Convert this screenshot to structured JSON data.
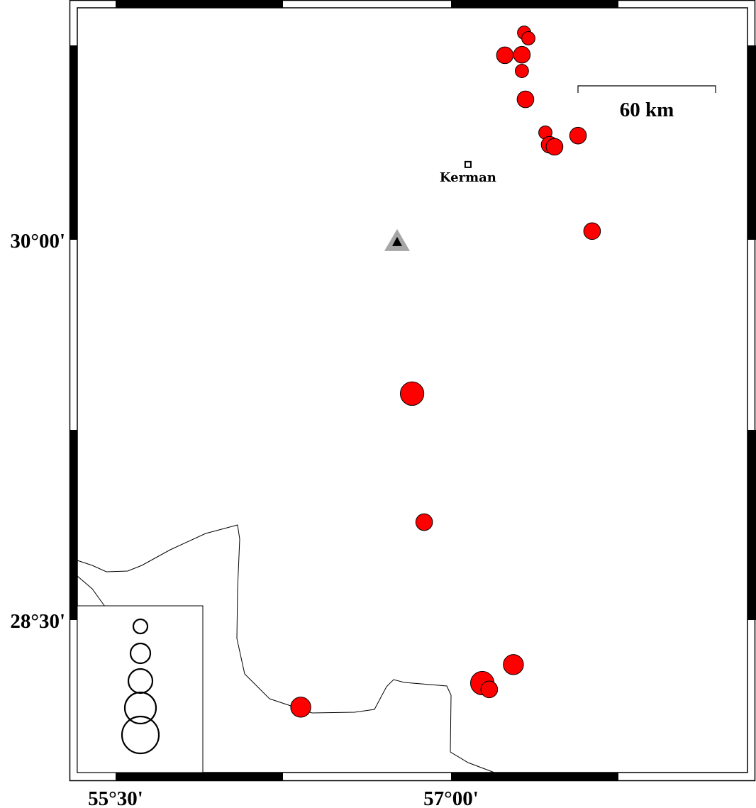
{
  "map": {
    "lon_ticks": [
      {
        "value": 55.5,
        "label": "55°30'"
      },
      {
        "value": 57.0,
        "label": "57°00'"
      }
    ],
    "lat_ticks": [
      {
        "value": 30.0,
        "label": "30°00'"
      },
      {
        "value": 28.5,
        "label": "28°30'"
      }
    ],
    "city": {
      "name": "Kerman",
      "lon": 57.076,
      "lat": 30.297
    },
    "station": {
      "lon": 56.759,
      "lat": 29.992
    },
    "scale_bar": {
      "label": "60 km",
      "length_km": 60
    },
    "colors": {
      "event_fill": "#ff0000",
      "station_outer": "#a6a6a6",
      "station_inner": "#000000"
    },
    "events": [
      {
        "lon": 57.327,
        "lat": 30.817,
        "size": 1
      },
      {
        "lon": 57.346,
        "lat": 30.795,
        "size": 1
      },
      {
        "lon": 57.241,
        "lat": 30.728,
        "size": 2
      },
      {
        "lon": 57.317,
        "lat": 30.73,
        "size": 2
      },
      {
        "lon": 57.317,
        "lat": 30.666,
        "size": 1
      },
      {
        "lon": 57.333,
        "lat": 30.554,
        "size": 2
      },
      {
        "lon": 57.422,
        "lat": 30.423,
        "size": 1
      },
      {
        "lon": 57.568,
        "lat": 30.411,
        "size": 2
      },
      {
        "lon": 57.441,
        "lat": 30.375,
        "size": 2
      },
      {
        "lon": 57.463,
        "lat": 30.367,
        "size": 2
      },
      {
        "lon": 57.631,
        "lat": 30.034,
        "size": 2
      },
      {
        "lon": 56.826,
        "lat": 29.393,
        "size": 4
      },
      {
        "lon": 56.88,
        "lat": 28.886,
        "size": 2
      },
      {
        "lon": 56.328,
        "lat": 28.156,
        "size": 3
      },
      {
        "lon": 57.279,
        "lat": 28.324,
        "size": 3
      },
      {
        "lon": 57.14,
        "lat": 28.251,
        "size": 4
      },
      {
        "lon": 57.171,
        "lat": 28.226,
        "size": 2
      }
    ],
    "legend_sizes": [
      1,
      2,
      3,
      4,
      5
    ]
  }
}
